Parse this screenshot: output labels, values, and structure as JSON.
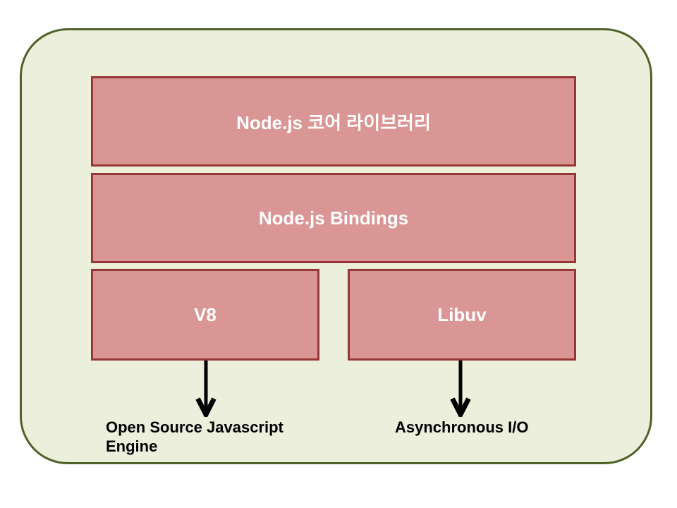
{
  "colors": {
    "page_bg": "#ffffff",
    "frame_fill": "#ecefdc",
    "frame_border": "#4f6228",
    "box_fill": "#d99694",
    "box_border": "#953735",
    "box_text": "#ffffff",
    "arrow": "#000000",
    "annotation_text": "#000000"
  },
  "boxes": {
    "core": {
      "label": "Node.js 코어 라이브러리"
    },
    "bindings": {
      "label": "Node.js Bindings"
    },
    "v8": {
      "label": "V8"
    },
    "libuv": {
      "label": "Libuv"
    }
  },
  "annotations": {
    "v8_engine": {
      "label": "Open Source Javascript Engine"
    },
    "async_io": {
      "label": "Asynchronous I/O"
    }
  }
}
